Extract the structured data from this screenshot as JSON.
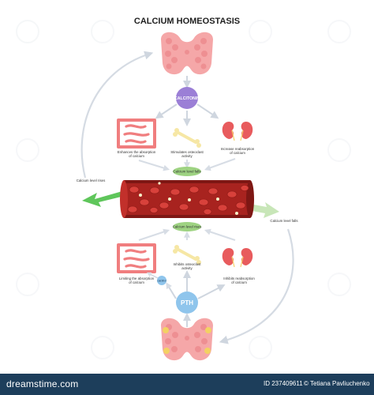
{
  "title": "CALCIUM HOMEOSTASIS",
  "hormones": {
    "calcitonin": "CALCITONIN",
    "pth": "PTH",
    "calcitriol": "calcitriol"
  },
  "upper": {
    "intestine_text": [
      "Enhances the absorption",
      "of calcium"
    ],
    "bone_text": [
      "Stimulates osteoclast",
      "activity"
    ],
    "kidney_text": [
      "Increase reabsorption",
      "of calcium"
    ],
    "level_badge": "Calcium level falls"
  },
  "lower": {
    "level_badge": "Calcium level rises",
    "intestine_text": [
      "Limiting the absorption",
      "of calcium"
    ],
    "bone_text": [
      "Inhibits osteoclast",
      "activity"
    ],
    "kidney_text": [
      "Inhibits reabsorption",
      "of calcium"
    ]
  },
  "side_labels": {
    "left": "Calcium level rises",
    "right": "Calcium level falls"
  },
  "footer": {
    "logo": "dreamstime.com",
    "id": "ID 237409611",
    "author": "© Tetiana Pavliuchenko"
  },
  "colors": {
    "footer_bg": "#1d3e5b",
    "calcitonin": "#9b7fd6",
    "pth": "#8fc5ec",
    "badge": "#9ed382",
    "thyroid": "#f5a7a8",
    "blood": "#a8231f",
    "arrow_left": "#5fc65b",
    "arrow_right": "#c8e6b8",
    "cycle_arrow": "#d5dbe3"
  }
}
